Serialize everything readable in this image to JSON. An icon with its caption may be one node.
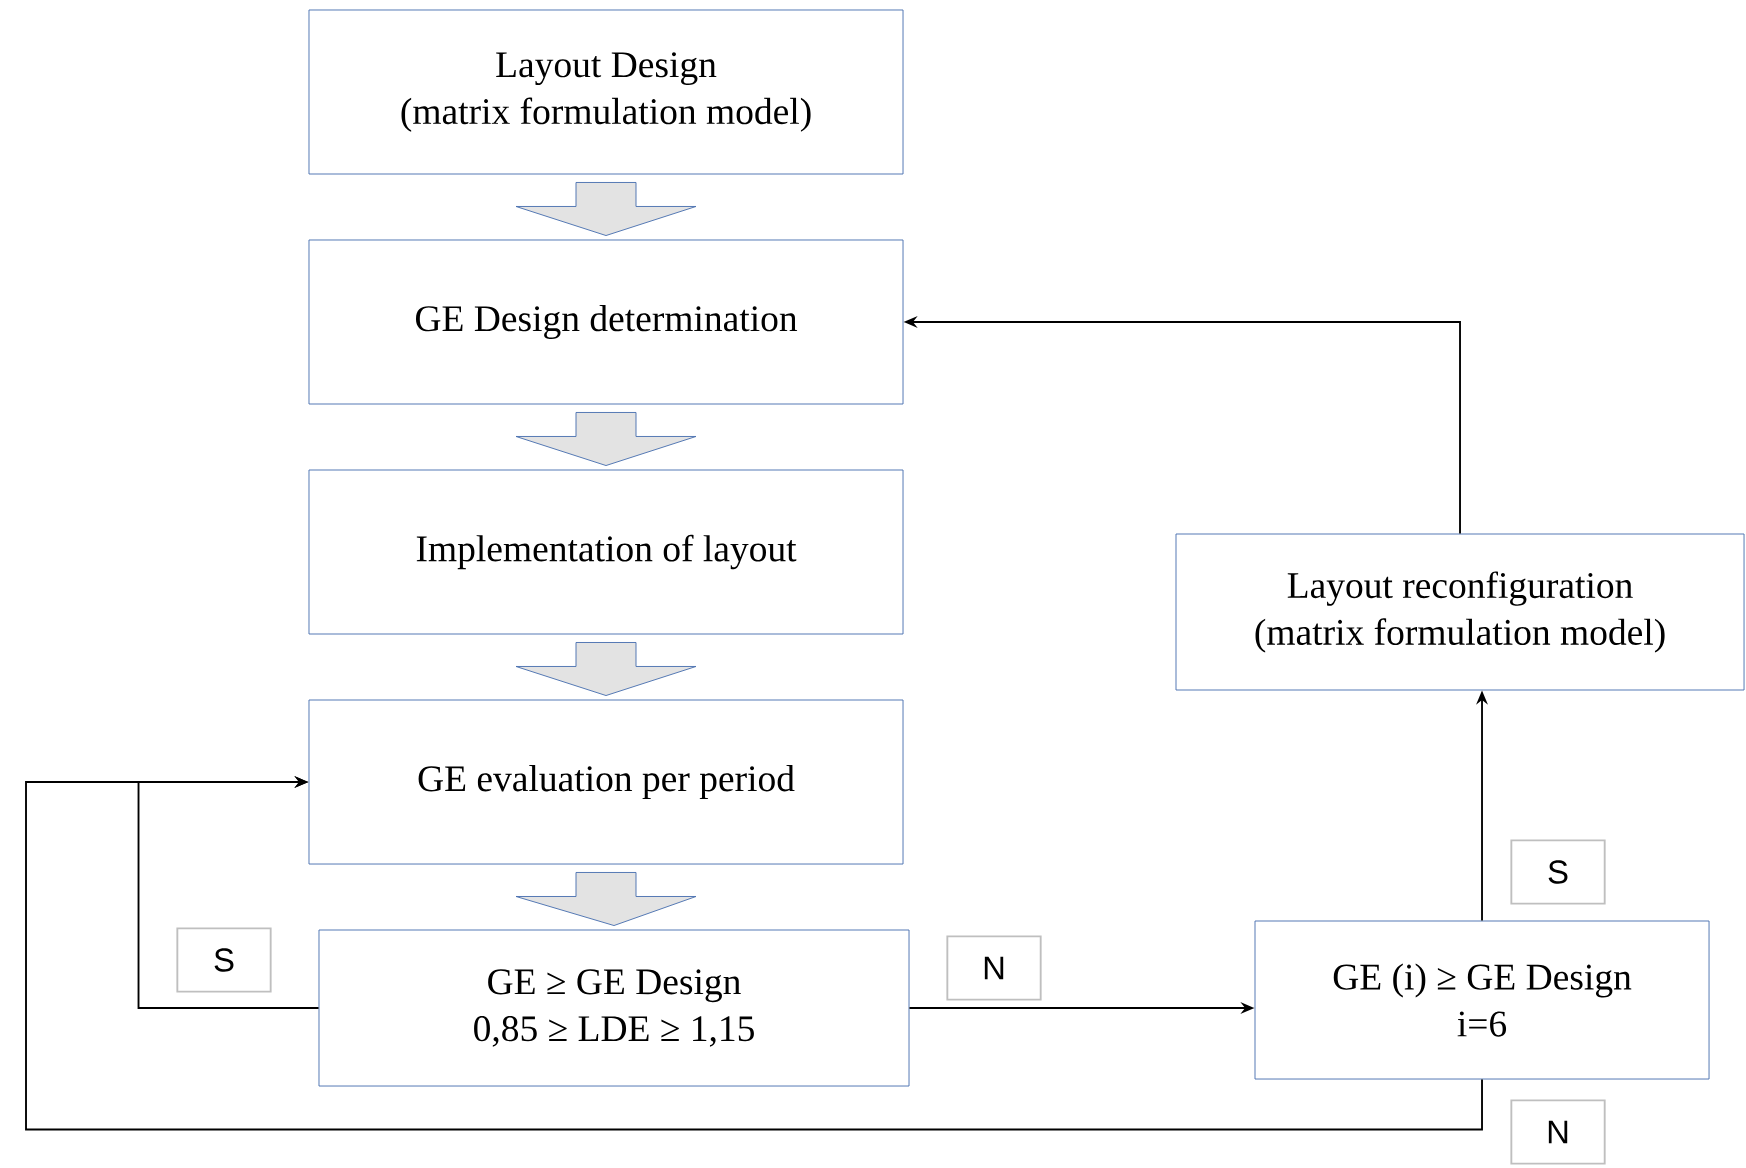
{
  "diagram": {
    "nodes": [
      {
        "text": [
          "Layout Design",
          "(matrix formulation model)"
        ]
      },
      {
        "text": [
          "GE Design determination"
        ]
      },
      {
        "text": [
          "Implementation of layout"
        ]
      },
      {
        "text": [
          "GE evaluation per period"
        ]
      },
      {
        "text": [
          "GE ≥ GE Design",
          "0,85 ≥ LDE ≥ 1,15"
        ]
      },
      {
        "text": [
          "GE (i) ≥ GE Design",
          "i=6"
        ]
      },
      {
        "text": [
          "Layout reconfiguration",
          "(matrix formulation model)"
        ]
      }
    ],
    "edges": [
      {
        "from": 0,
        "to": 1,
        "arrow": "to",
        "style": "thick"
      },
      {
        "from": 1,
        "to": 2,
        "arrow": "to",
        "style": "thick"
      },
      {
        "from": 2,
        "to": 3,
        "arrow": "to",
        "style": "thick"
      },
      {
        "from": 3,
        "to": 4,
        "arrow": "to",
        "style": "thick"
      },
      {
        "from": 4,
        "to": 3,
        "arrow": "to",
        "label": "S"
      },
      {
        "from": 4,
        "to": 5,
        "arrow": "to",
        "label": "N"
      },
      {
        "from": 5,
        "to": 6,
        "arrow": "to",
        "label": "S"
      },
      {
        "from": 6,
        "to": 1,
        "arrow": "to"
      },
      {
        "from": 5,
        "to": 3,
        "arrow": "to",
        "label": "N"
      }
    ]
  }
}
